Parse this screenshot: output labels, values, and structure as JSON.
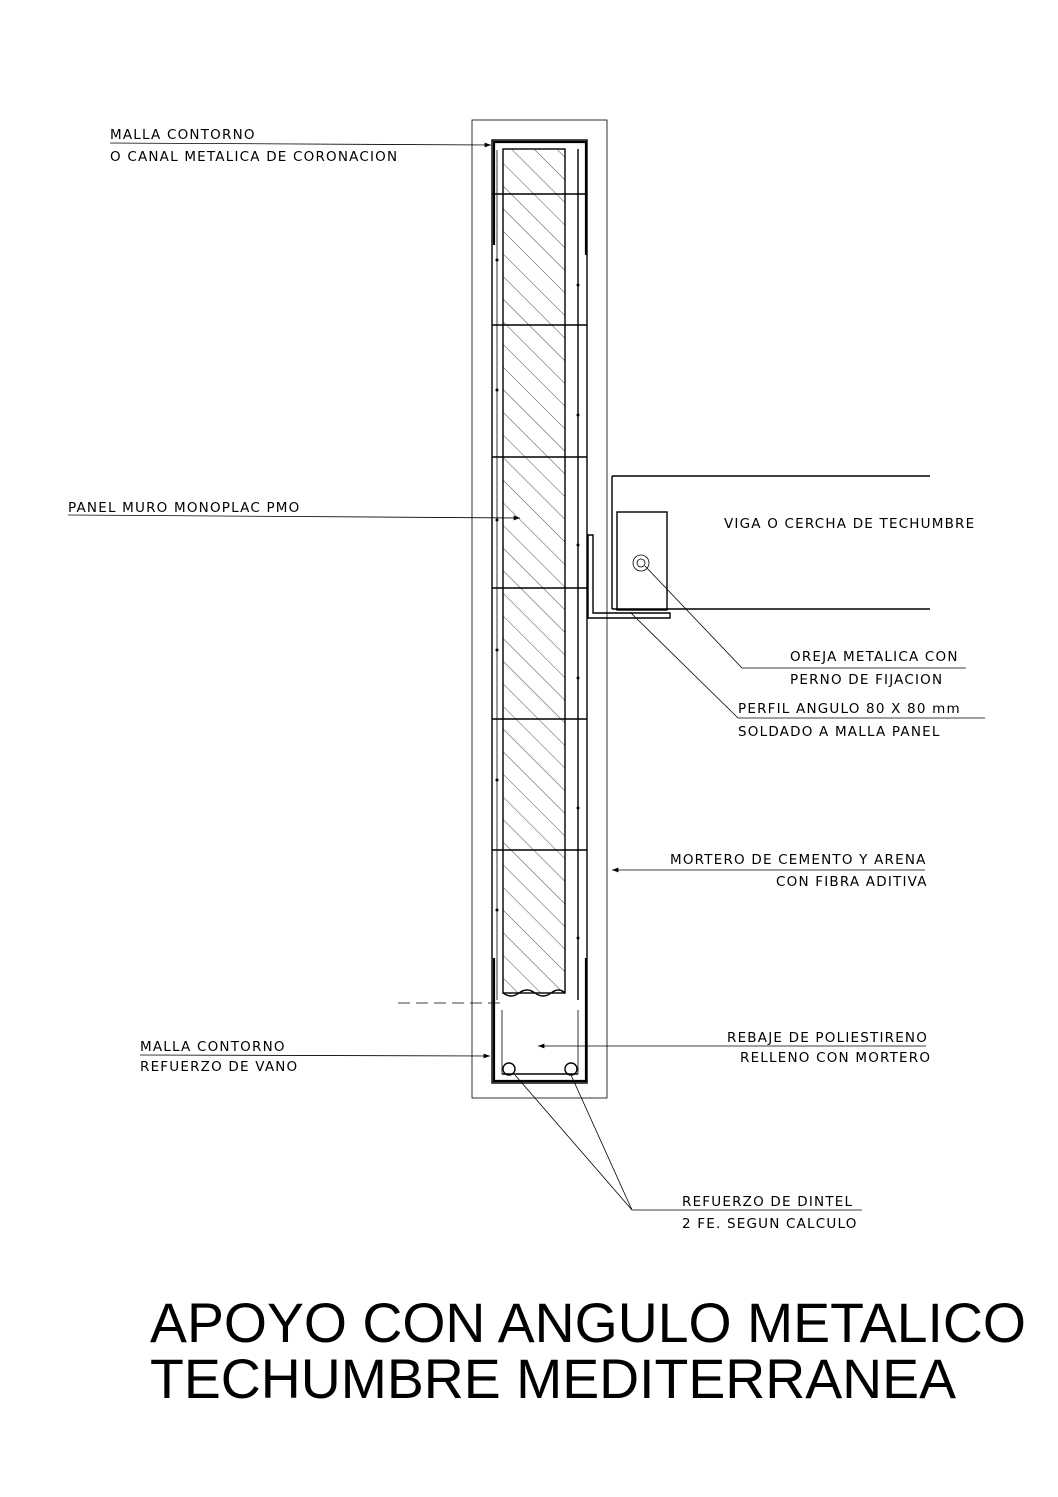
{
  "labels": {
    "malla_contorno_top": "MALLA CONTORNO",
    "canal_metalica": "O CANAL METALICA DE CORONACION",
    "panel_muro": "PANEL MURO MONOPLAC PMO",
    "viga": "VIGA O CERCHA DE TECHUMBRE",
    "oreja_1": "OREJA METALICA CON",
    "oreja_2": "PERNO DE FIJACION",
    "perfil_1": "PERFIL ANGULO 80 X 80 mm",
    "perfil_2": "SOLDADO A MALLA PANEL",
    "mortero_1": "MORTERO DE CEMENTO Y ARENA",
    "mortero_2": "CON FIBRA ADITIVA",
    "malla_contorno_bottom": "MALLA CONTORNO",
    "refuerzo_vano": "REFUERZO DE VANO",
    "rebaje_1": "REBAJE DE POLIESTIRENO",
    "rebaje_2": "RELLENO CON MORTERO",
    "dintel_1": "REFUERZO DE DINTEL",
    "dintel_2": "2 FE. SEGUN CALCULO"
  },
  "title": {
    "line1": "APOYO CON ANGULO METALICO",
    "line2": "TECHUMBRE MEDITERRANEA"
  }
}
